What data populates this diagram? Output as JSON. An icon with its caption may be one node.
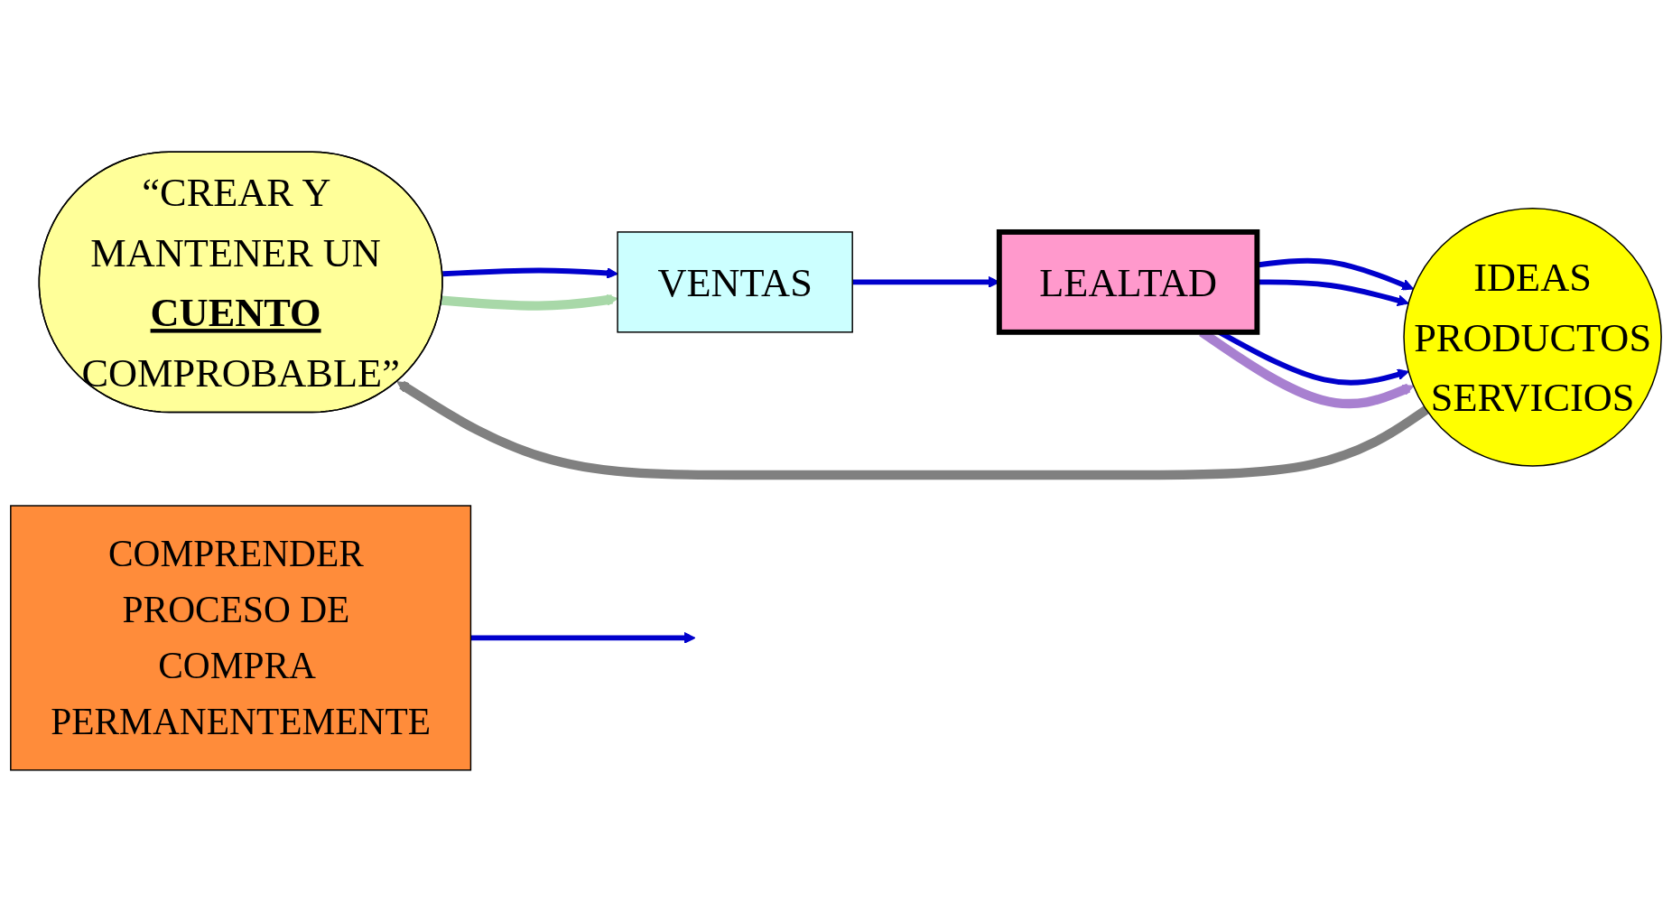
{
  "diagram": {
    "nodes": [
      {
        "text": [
          "“CREAR Y MANTENER UN **CUENTO** COMPROBABLE”"
        ]
      },
      {
        "text": [
          "VENTAS"
        ]
      },
      {
        "text": [
          "LEALTAD"
        ]
      },
      {
        "text": [
          "IDEAS",
          "PRODUCTOS",
          "SERVICIOS"
        ]
      },
      {
        "text": [
          "COMPRENDER PROCESO DE COMPRA PERMANENTEMENTE"
        ]
      }
    ],
    "edges": [
      {
        "from": 0,
        "to": 1,
        "arrow": "to"
      },
      {
        "from": 1,
        "to": 2,
        "arrow": "to"
      },
      {
        "from": 2,
        "to": 3,
        "arrow": "to"
      },
      {
        "from": 2,
        "to": 3,
        "arrow": "to"
      },
      {
        "from": 2,
        "to": 3,
        "arrow": "to"
      },
      {
        "from": 4,
        "to": null,
        "arrow": "to"
      },
      {
        "from": 0,
        "to": 1,
        "arrow": "to",
        "color": "#a8d8a8"
      },
      {
        "from": 2,
        "to": 3,
        "arrow": "to",
        "color": "#a880d0"
      },
      {
        "from": 3,
        "to": 0,
        "arrow": "to",
        "color": "#808080"
      }
    ]
  }
}
